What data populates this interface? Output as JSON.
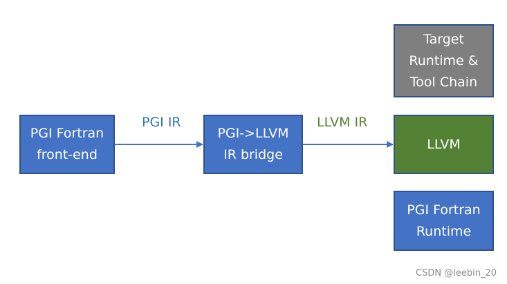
{
  "colors": {
    "box_fill_blue": "#4472c4",
    "box_fill_gray": "#7f7f7f",
    "box_fill_green": "#548235",
    "box_border": "#2f528f",
    "arrow": "#4472c4",
    "label_pgi_ir": "#2e75b6",
    "label_llvm_ir": "#548235"
  },
  "nodes": {
    "fortran_frontend": {
      "lines": [
        "PGI Fortran",
        "front-end"
      ]
    },
    "bridge": {
      "lines": [
        "PGI->LLVM",
        "IR bridge"
      ]
    },
    "target_runtime": {
      "lines": [
        "Target",
        "Runtime &",
        "Tool Chain"
      ]
    },
    "llvm": {
      "lines": [
        "LLVM"
      ]
    },
    "fortran_runtime": {
      "lines": [
        "PGI Fortran",
        "Runtime"
      ]
    }
  },
  "edges": {
    "frontend_to_bridge": {
      "label": "PGI IR"
    },
    "bridge_to_llvm": {
      "label": "LLVM IR"
    }
  },
  "watermark": "CSDN @leebin_20"
}
